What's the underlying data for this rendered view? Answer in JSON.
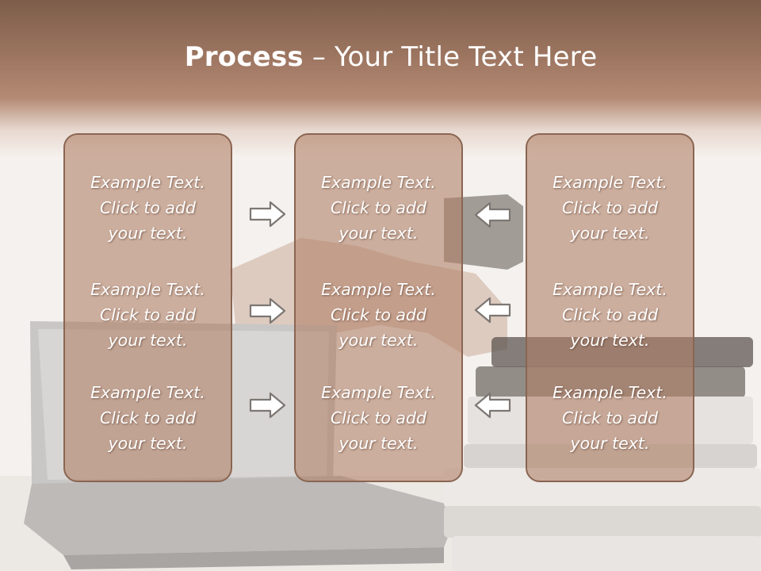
{
  "slide": {
    "title_bold": "Process",
    "title_rest": " – Your Title Text Here",
    "columns": [
      {
        "items": [
          {
            "text": "Example Text.\nClick  to add\nyour text."
          },
          {
            "text": "Example Text.\nClick  to add\nyour text."
          },
          {
            "text": "Example Text.\nClick  to add\nyour text."
          }
        ]
      },
      {
        "items": [
          {
            "text": "Example Text.\nClick  to add\nyour text."
          },
          {
            "text": "Example Text.\nClick  to add\nyour text."
          },
          {
            "text": "Example Text.\nClick  to add\nyour text."
          }
        ]
      },
      {
        "items": [
          {
            "text": "Example Text.\nClick  to add\nyour text."
          },
          {
            "text": "Example Text.\nClick  to add\nyour text."
          },
          {
            "text": "Example Text.\nClick  to add\nyour text."
          }
        ]
      }
    ],
    "arrows_left": [
      "right-arrow-icon",
      "right-arrow-icon",
      "right-arrow-icon"
    ],
    "arrows_right": [
      "left-arrow-icon",
      "left-arrow-icon",
      "left-arrow-icon"
    ],
    "colors": {
      "header_brown": "#9c7560",
      "panel_fill": "#b07e64",
      "panel_border": "#8a6552",
      "text": "#ffffff"
    }
  }
}
